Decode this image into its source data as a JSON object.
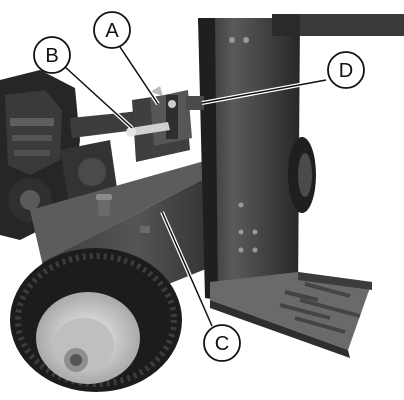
{
  "callouts": [
    {
      "id": "A",
      "label": "A"
    },
    {
      "id": "B",
      "label": "B"
    },
    {
      "id": "C",
      "label": "C"
    },
    {
      "id": "D",
      "label": "D"
    }
  ],
  "colors": {
    "callout_stroke": "#111111",
    "callout_fill": "#ffffff",
    "metal_dark": "#2a2a2a",
    "metal_mid": "#4a4a4a",
    "metal_light": "#8a8a8a",
    "tire_dark": "#1e1e1e",
    "tire_tread": "#3a3a3a",
    "rim": "#d9d9d9",
    "background": "#ffffff"
  }
}
